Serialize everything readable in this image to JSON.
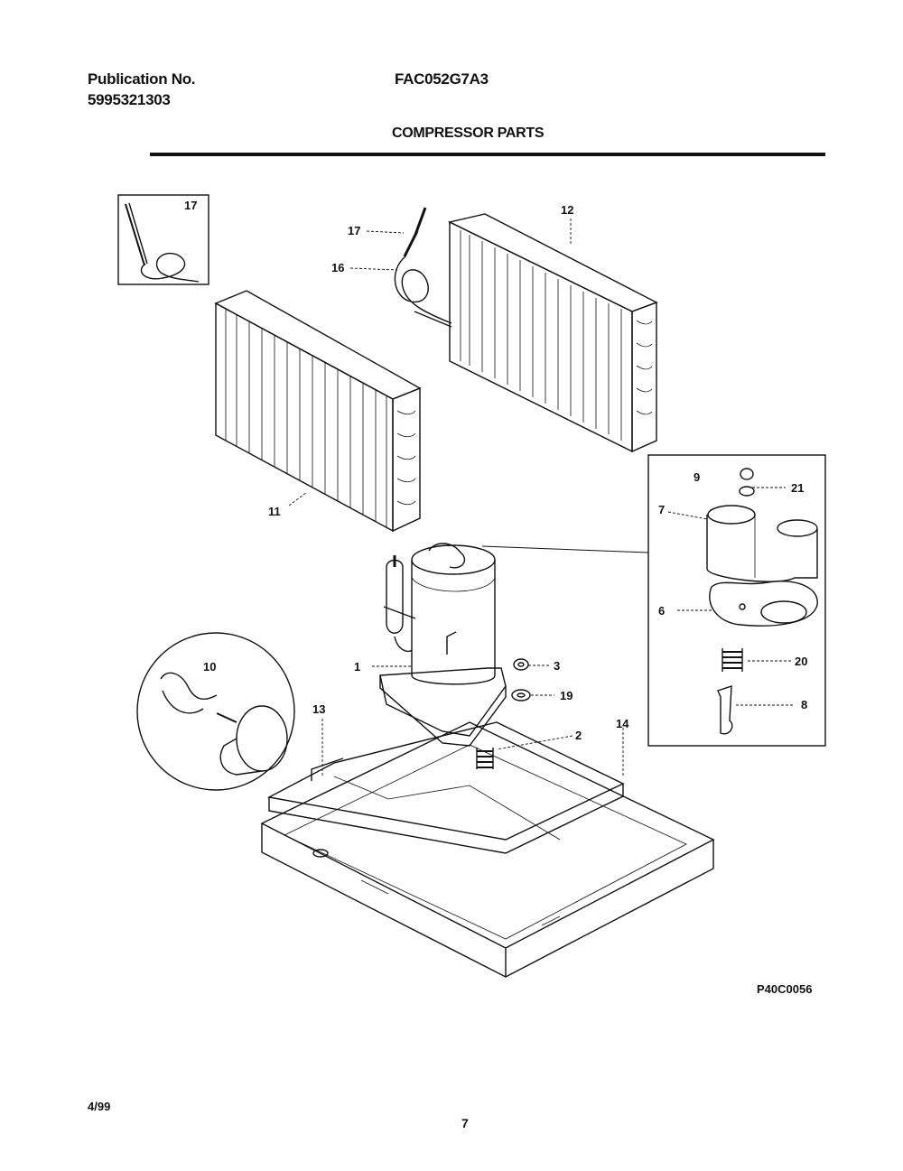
{
  "header": {
    "publication_label": "Publication No.",
    "publication_number": "5995321303",
    "model": "FAC052G7A3",
    "section_title": "COMPRESSOR PARTS"
  },
  "callouts": {
    "c17_inset": "17",
    "c17": "17",
    "c16": "16",
    "c12": "12",
    "c11": "11",
    "c9": "9",
    "c21": "21",
    "c7": "7",
    "c6": "6",
    "c20": "20",
    "c8": "8",
    "c10": "10",
    "c1": "1",
    "c3": "3",
    "c19": "19",
    "c13": "13",
    "c2": "2",
    "c14": "14"
  },
  "footer": {
    "figure_code": "P40C0056",
    "date": "4/99",
    "page": "7"
  }
}
